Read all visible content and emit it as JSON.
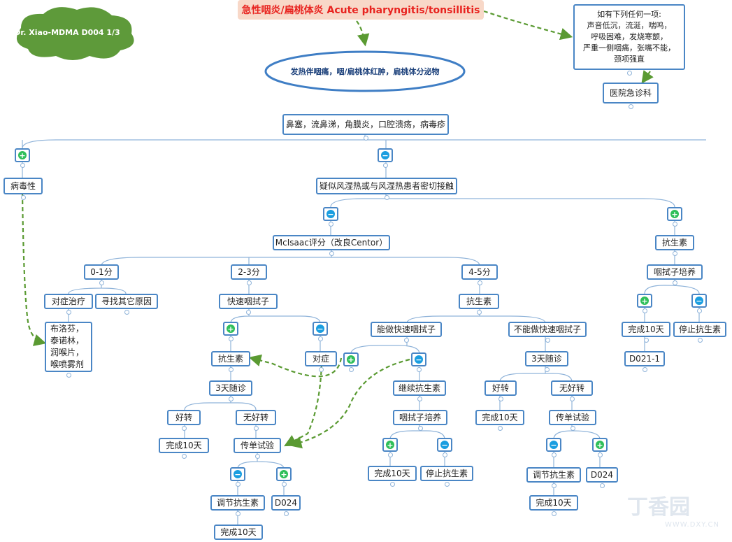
{
  "header": {
    "title": "急性咽炎/扁桃体炎 Acute pharyngitis/tonsillitis",
    "cloud_label": "Dr. Xiao-MDMA  D004 1/3",
    "main_symptom": "发热伴咽痛，咽/扁桃体红肿，扁桃体分泌物"
  },
  "emergency": {
    "criteria_lines": [
      "如有下列任何一项:",
      "声音低沉，流涎，喘鸣，",
      "呼吸困难，发烧寒颤，",
      "严重一侧咽痛，张嘴不能，",
      "颈项强直"
    ],
    "action": "医院急诊科"
  },
  "nodes": {
    "viral_signs": "鼻塞，流鼻涕，角膜炎，口腔溃疡，病毒疹",
    "viral": "病毒性",
    "viral_meds_lines": [
      "布洛芬，",
      "泰诺林，",
      "润喉片，",
      "喉喷雾剂"
    ],
    "rheumatic": "疑似风湿热或与风湿热患者密切接触",
    "mcisaac": "McIsaac评分（改良Centor）",
    "score_0_1": "0-1分",
    "score_2_3": "2-3分",
    "score_4_5": "4-5分",
    "symptomatic": "对症治疗",
    "other_causes": "寻找其它原因",
    "rapid_swab": "快速咽拭子",
    "symptomatic_b": "对症",
    "antibiotic_a": "抗生素",
    "followup_a": "3天随诊",
    "better_a": "好转",
    "not_better_a": "无好转",
    "complete_10_a": "完成10天",
    "culture_test_a": "传单试验",
    "adjust_a": "调节抗生素",
    "d024_a": "D024",
    "complete_10_b": "完成10天",
    "antibiotic_b": "抗生素",
    "can_swab": "能做快速咽拭子",
    "cannot_swab": "不能做快速咽拭子",
    "continue_ab": "继续抗生素",
    "throat_culture_b": "咽拭子培养",
    "complete_10_c": "完成10天",
    "stop_ab_c": "停止抗生素",
    "followup_b": "3天随诊",
    "better_b": "好转",
    "not_better_b": "无好转",
    "complete_10_d": "完成10天",
    "culture_test_b": "传单试验",
    "adjust_b": "调节抗生素",
    "d024_b": "D024",
    "complete_10_e": "完成10天",
    "antibiotic_c": "抗生素",
    "throat_culture_c": "咽拭子培养",
    "complete_10_f": "完成10天",
    "stop_ab_f": "停止抗生素",
    "d021": "D021-1"
  },
  "signs": {
    "pos": "+",
    "neg": "−"
  },
  "watermark": {
    "logo": "丁香园",
    "url": "WWW.DXY.CN"
  },
  "colors": {
    "node_border": "#4a86c5",
    "arrow": "#5a9a32",
    "cloud": "#5e9a3a",
    "title_bg": "#f8d8c8",
    "title_text": "#e8231f",
    "positive": "#2fbf5a",
    "negative": "#1a9ee0"
  }
}
